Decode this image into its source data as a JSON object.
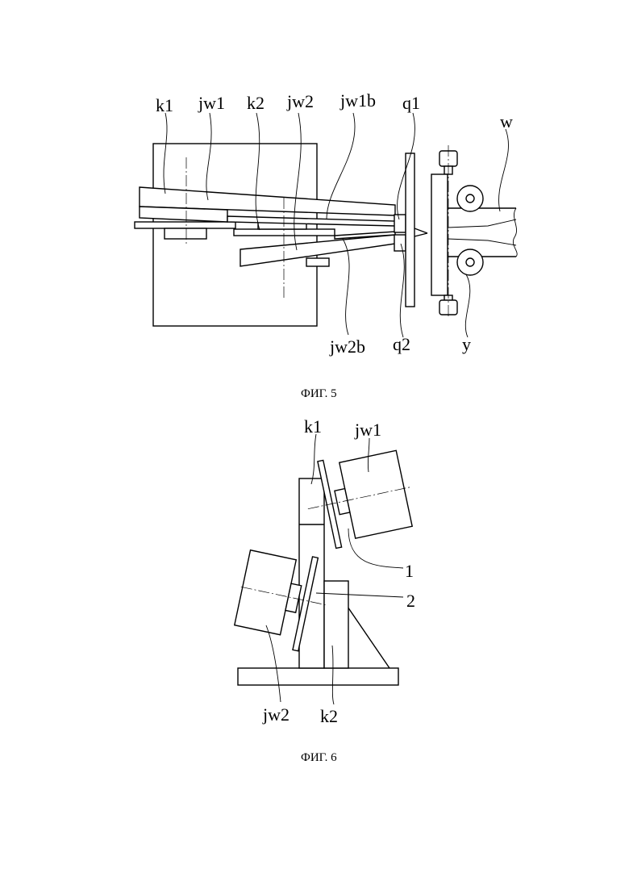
{
  "figure5": {
    "caption": "ФИГ. 5",
    "labels": {
      "k1": "k1",
      "jw1": "jw1",
      "k2": "k2",
      "jw2": "jw2",
      "jw1b": "jw1b",
      "q1": "q1",
      "w": "w",
      "jw2b": "jw2b",
      "q2": "q2",
      "y": "y"
    }
  },
  "figure6": {
    "caption": "ФИГ. 6",
    "labels": {
      "k1": "k1",
      "jw1": "jw1",
      "n1": "1",
      "n2": "2",
      "jw2": "jw2",
      "k2": "k2"
    }
  }
}
